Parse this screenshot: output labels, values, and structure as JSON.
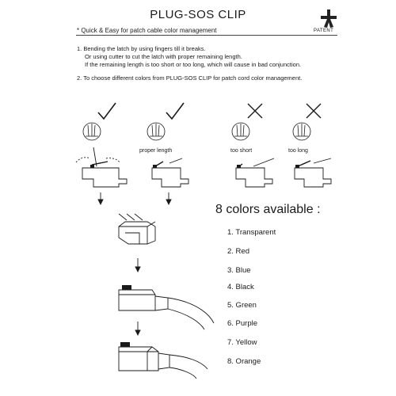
{
  "header": {
    "title": "PLUG-SOS CLIP",
    "patent_label": "PATENT",
    "tagline": "* Quick & Easy for patch cable color management"
  },
  "instructions": {
    "step1_line1": "1. Bending the latch by using fingers till it breaks.",
    "step1_line2": "Or using cutter to cut the latch with proper remaining length.",
    "step1_line3": "If the remaining length is too short or too long, which will cause in bad conjunction.",
    "step2": "2. To choose different colors from PLUG-SOS CLIP for patch cord color management."
  },
  "diagram_labels": {
    "proper_length": "proper length",
    "too_short": "too short",
    "too_long": "too long"
  },
  "colors": {
    "heading": "8 colors available :",
    "items": [
      "1. Transparent",
      "2. Red",
      "3. Blue",
      "4. Black",
      "5. Green",
      "6. Purple",
      "7. Yellow",
      "8. Orange"
    ]
  }
}
